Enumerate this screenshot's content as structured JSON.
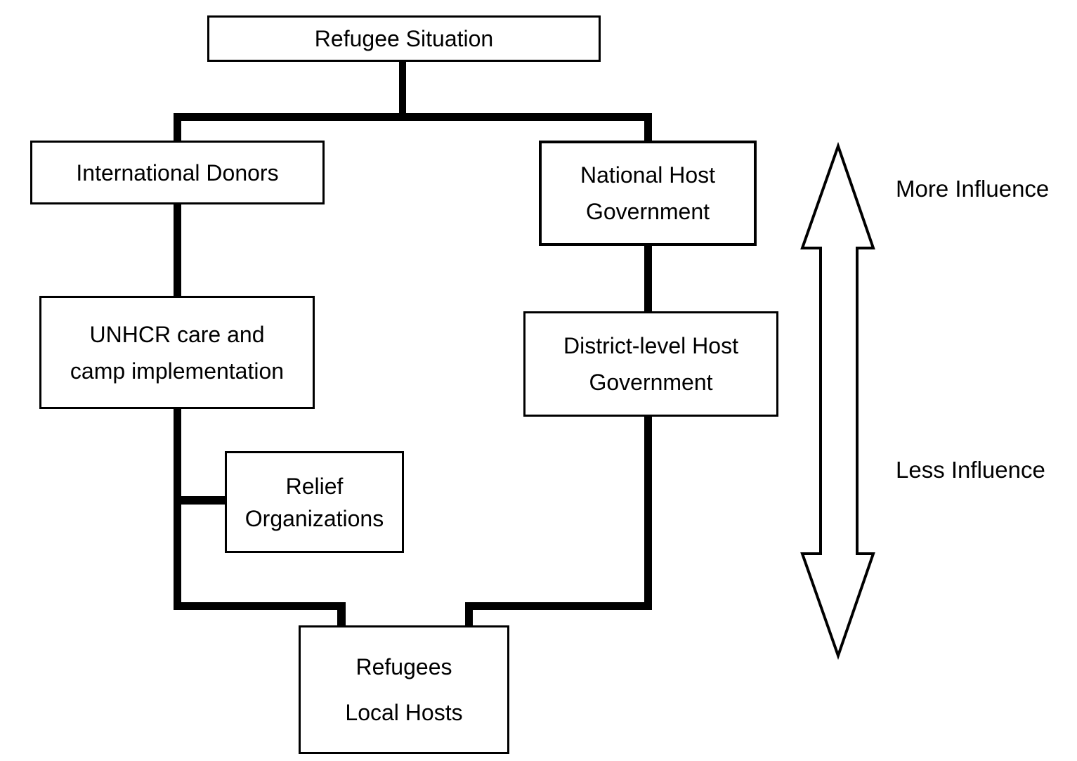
{
  "nodes": {
    "refugee_situation": {
      "lines": [
        "Refugee Situation"
      ]
    },
    "international_donors": {
      "lines": [
        "International Donors"
      ]
    },
    "national_host_government": {
      "lines": [
        "National Host",
        "Government"
      ]
    },
    "unhcr_care_camp": {
      "lines": [
        "UNHCR care and",
        "camp implementation"
      ]
    },
    "district_host_government": {
      "lines": [
        "District-level Host",
        "Government"
      ]
    },
    "relief_organizations": {
      "lines": [
        "Relief",
        "Organizations"
      ]
    },
    "refugees_local_hosts": {
      "lines": [
        "Refugees",
        "Local Hosts"
      ]
    }
  },
  "influence_scale": {
    "more_label": "More Influence",
    "less_label": "Less Influence"
  },
  "colors": {
    "ink": "#000000",
    "background": "#ffffff",
    "box_fill": "#ffffff"
  }
}
